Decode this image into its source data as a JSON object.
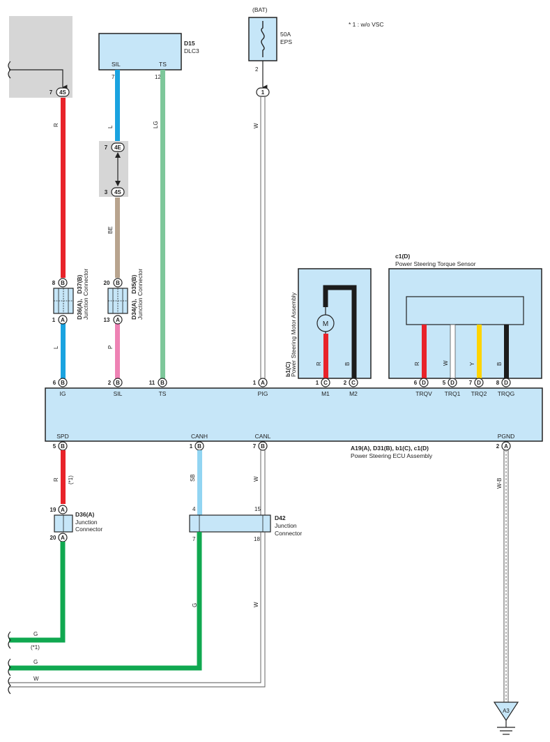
{
  "note": "* 1 : w/o VSC",
  "power_source": {
    "label": "(BAT)",
    "fuse_rating": "50A",
    "fuse_name": "EPS",
    "fuse_pin": "2"
  },
  "dlc3": {
    "code": "D15",
    "name": "DLC3",
    "pin_sil_label": "SIL",
    "pin_ts_label": "TS",
    "pin_sil_no": "7",
    "pin_ts_no": "12"
  },
  "connectors": {
    "ig_top": {
      "pin": "7",
      "code": "4S"
    },
    "sil_upper": {
      "pin": "7",
      "code": "4E"
    },
    "sil_lower": {
      "pin": "3",
      "code": "4S"
    },
    "bat_in": {
      "code": "1"
    },
    "j_d36_d37": {
      "code_a": "D36(A),",
      "code_b": "D37(B)",
      "name": "Junction Connector",
      "pin_top": "8",
      "letter_top": "B",
      "pin_bottom": "1",
      "letter_bottom": "A"
    },
    "j_d34_d35": {
      "code_a": "D34(A),",
      "code_b": "D35(B)",
      "name": "Junction Connector",
      "pin_top": "20",
      "letter_top": "B",
      "pin_bottom": "13",
      "letter_bottom": "A"
    },
    "j_d36": {
      "code": "D36(A)",
      "name_1": "Junction",
      "name_2": "Connector",
      "pin_top": "19",
      "letter_top": "A",
      "pin_bottom": "20",
      "letter_bottom": "A"
    },
    "j_d42": {
      "code": "D42",
      "name_1": "Junction",
      "name_2": "Connector",
      "pin_in_1": "4",
      "pin_in_2": "15",
      "pin_out_1": "7",
      "pin_out_2": "18"
    }
  },
  "motor": {
    "code": "b1(C)",
    "name": "Power Steering Motor Assembly",
    "symbol": "M",
    "pins": [
      {
        "no": "1",
        "letter": "C",
        "label": "M1",
        "wire": "R"
      },
      {
        "no": "2",
        "letter": "C",
        "label": "M2",
        "wire": "B"
      }
    ]
  },
  "torque_sensor": {
    "code": "c1(D)",
    "name": "Power Steering Torque Sensor",
    "pins": [
      {
        "no": "6",
        "letter": "D",
        "label": "TRQV",
        "wire": "R"
      },
      {
        "no": "5",
        "letter": "D",
        "label": "TRQ1",
        "wire": "W"
      },
      {
        "no": "7",
        "letter": "D",
        "label": "TRQ2",
        "wire": "Y"
      },
      {
        "no": "8",
        "letter": "D",
        "label": "TRQG",
        "wire": "B"
      }
    ]
  },
  "ecu": {
    "codes": "A19(A), D31(B), b1(C), c1(D)",
    "name": "Power Steering ECU Assembly",
    "top_pins": [
      {
        "no": "6",
        "letter": "B",
        "label": "IG"
      },
      {
        "no": "2",
        "letter": "B",
        "label": "SIL"
      },
      {
        "no": "11",
        "letter": "B",
        "label": "TS"
      },
      {
        "no": "1",
        "letter": "A",
        "label": "PIG"
      }
    ],
    "bottom_pins": [
      {
        "no": "5",
        "letter": "B",
        "label": "SPD"
      },
      {
        "no": "1",
        "letter": "B",
        "label": "CANH"
      },
      {
        "no": "7",
        "letter": "B",
        "label": "CANL"
      },
      {
        "no": "2",
        "letter": "A",
        "label": "PGND"
      }
    ]
  },
  "wire_colors": {
    "ig_upper": "R",
    "ig_lower": "L",
    "sil_upper": "L",
    "sil_mid": "BE",
    "sil_lower": "P",
    "ts": "LG",
    "pig": "W",
    "spd": "R",
    "spd_note": "(*1)",
    "canh": "SB",
    "canl": "W",
    "pgnd": "W-B",
    "d42_out_g": "G",
    "d42_out_w": "W",
    "bottom_g1": "G",
    "bottom_g1_note": "(*1)",
    "bottom_g2": "G",
    "bottom_w": "W"
  },
  "ground": {
    "code": "A3"
  },
  "colors": {
    "red": "#e8232a",
    "blue": "#1aa3e0",
    "light_green": "#7dc79a",
    "beige": "#b8a48e",
    "pink": "#ee82b4",
    "light_blue": "#92d5f2",
    "green": "#10a850",
    "yellow": "#ffd400",
    "black": "#1c1c1c",
    "box_fill": "#c6e6f8",
    "shade": "#d6d6d6"
  }
}
